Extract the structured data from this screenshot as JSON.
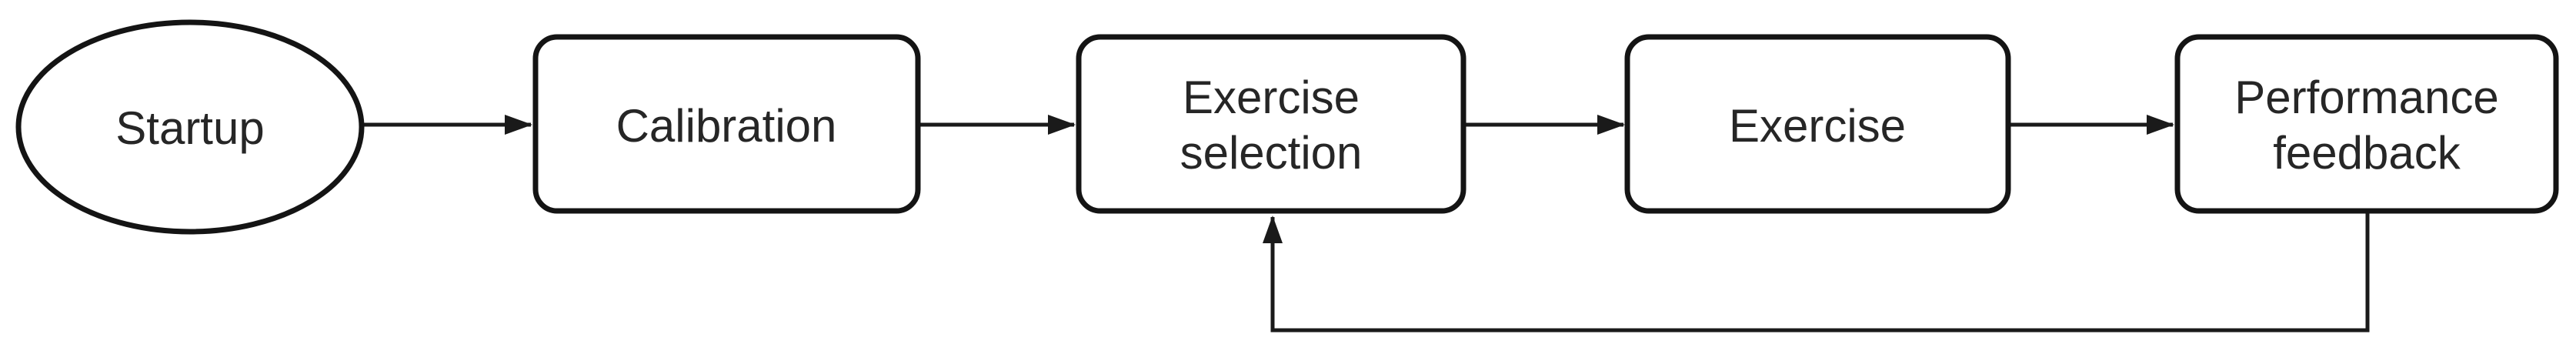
{
  "diagram": {
    "type": "flowchart",
    "background_color": "#ffffff",
    "stroke_color": "#141414",
    "text_color": "#262626",
    "nodes": [
      {
        "id": "startup",
        "shape": "ellipse",
        "label": "Startup",
        "line1": "Startup",
        "line2": ""
      },
      {
        "id": "calibration",
        "shape": "rounded-rectangle",
        "label": "Calibration",
        "line1": "Calibration",
        "line2": ""
      },
      {
        "id": "exercise-selection",
        "shape": "rounded-rectangle",
        "label": "Exercise selection",
        "line1": "Exercise",
        "line2": "selection"
      },
      {
        "id": "exercise",
        "shape": "rounded-rectangle",
        "label": "Exercise",
        "line1": "Exercise",
        "line2": ""
      },
      {
        "id": "performance-feedback",
        "shape": "rounded-rectangle",
        "label": "Performance feedback",
        "line1": "Performance",
        "line2": "feedback"
      }
    ],
    "edges": [
      {
        "from": "startup",
        "to": "calibration",
        "style": "straight-right-arrow"
      },
      {
        "from": "calibration",
        "to": "exercise-selection",
        "style": "straight-right-arrow"
      },
      {
        "from": "exercise-selection",
        "to": "exercise",
        "style": "straight-right-arrow"
      },
      {
        "from": "exercise",
        "to": "performance-feedback",
        "style": "straight-right-arrow"
      },
      {
        "from": "performance-feedback",
        "to": "exercise-selection",
        "style": "feedback-loop-below-up-arrow"
      }
    ]
  }
}
